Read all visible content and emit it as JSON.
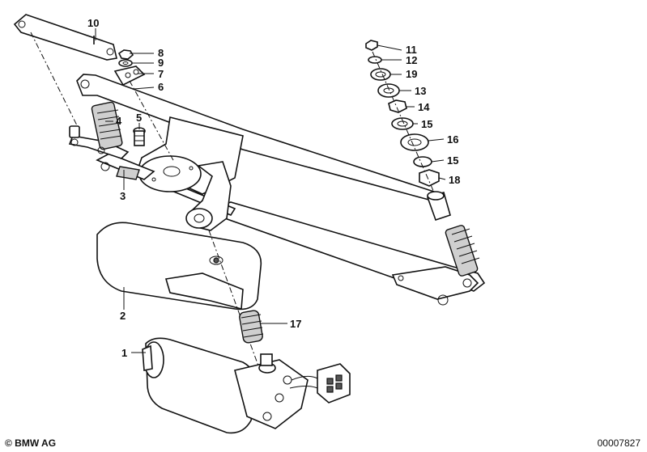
{
  "diagram": {
    "callouts": [
      "1",
      "2",
      "3",
      "4",
      "5",
      "6",
      "7",
      "8",
      "9",
      "10",
      "11",
      "12",
      "13",
      "14",
      "15",
      "15",
      "16",
      "17",
      "18",
      "19"
    ],
    "icons": [
      "wiper-linkage",
      "wiper-motor",
      "motor-cover",
      "connector-plug",
      "washer-stack",
      "ball-joint-rod"
    ]
  },
  "footer": {
    "copyright": "© BMW AG",
    "diagram_id": "00007827"
  }
}
